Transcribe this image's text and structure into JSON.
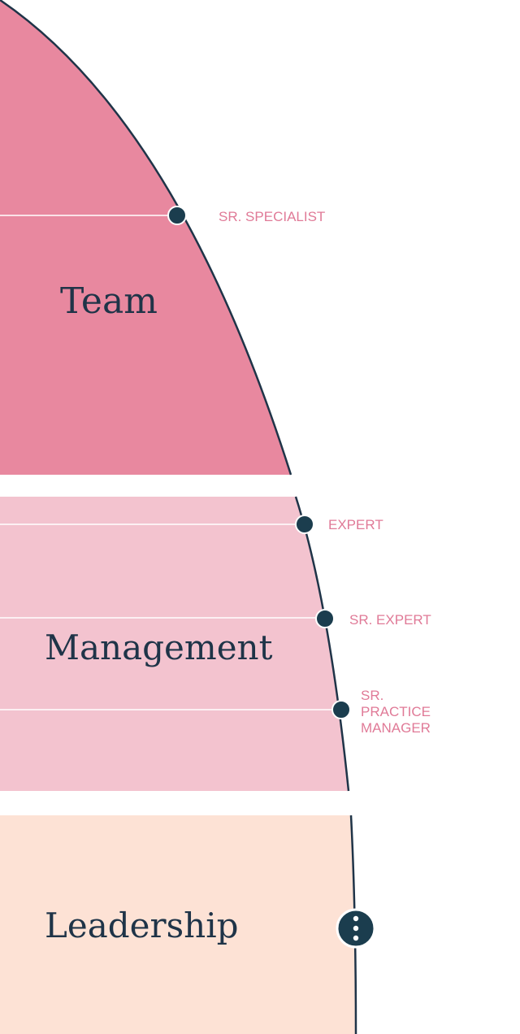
{
  "colors": {
    "team": "#e8889f",
    "management": "#f3c3cf",
    "leadership": "#fde2d5",
    "outline": "#1f3448",
    "marker": "#1b3d4e",
    "label": "#e07a97",
    "row_line": "#ffffff"
  },
  "sections": {
    "team": {
      "title": "Team",
      "levels": [
        {
          "label": "SR. SPECIALIST"
        }
      ]
    },
    "management": {
      "title": "Management",
      "levels": [
        {
          "label": "EXPERT"
        },
        {
          "label": "SR. EXPERT"
        },
        {
          "label_lines": [
            "SR.",
            "PRACTICE",
            "MANAGER"
          ]
        }
      ]
    },
    "leadership": {
      "title": "Leadership",
      "more_button_icon": "more-vertical-icon"
    }
  }
}
